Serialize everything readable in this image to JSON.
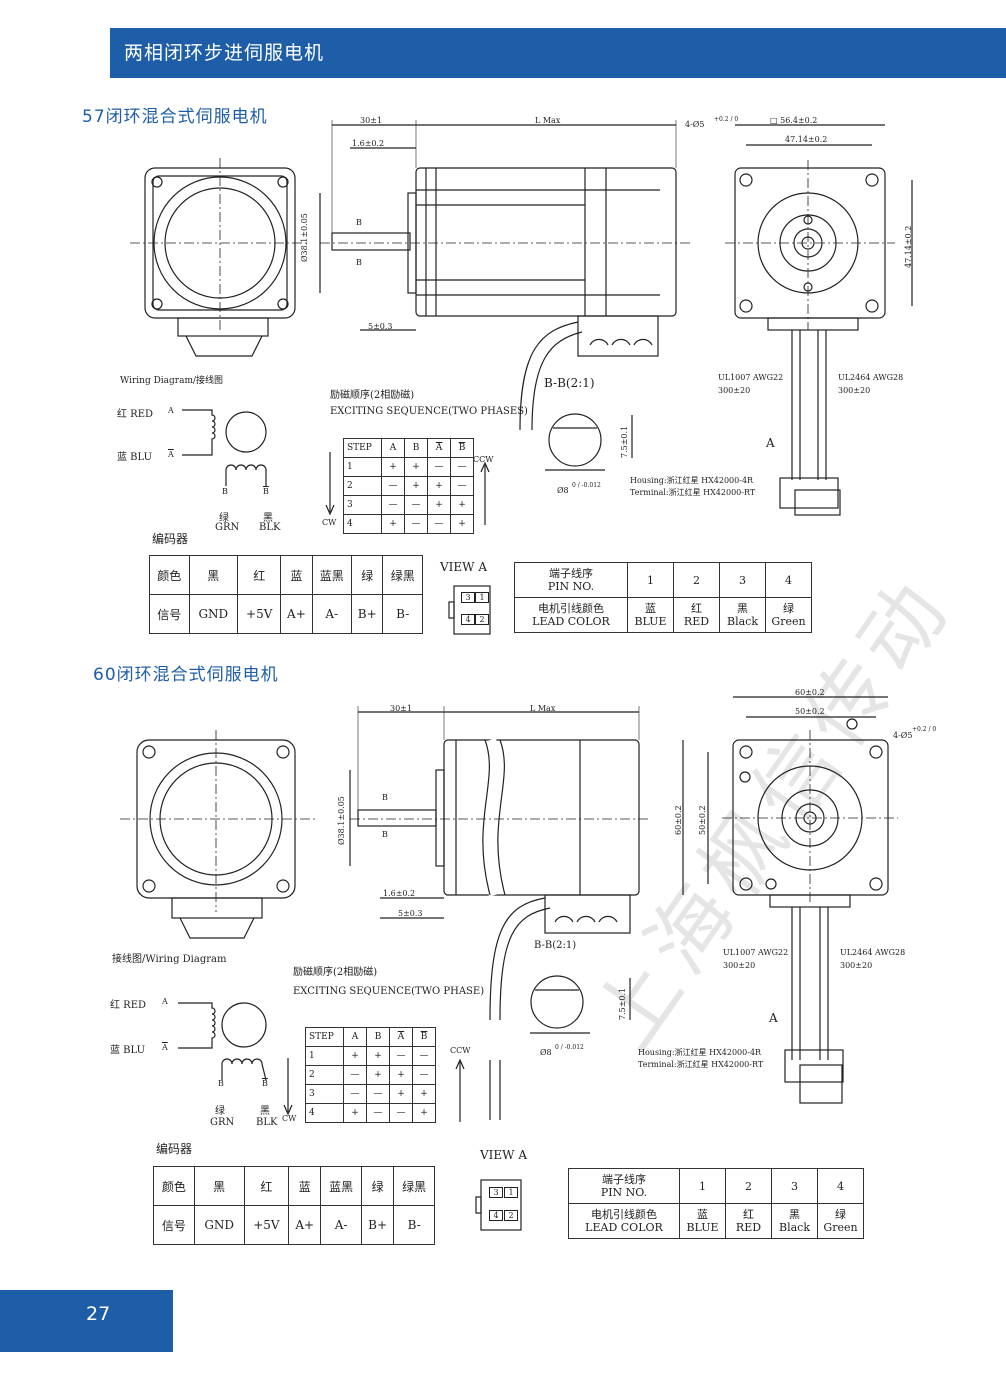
{
  "header": {
    "title": "两相闭环步进伺服电机"
  },
  "page_number": "27",
  "watermark": "上海枫信传动",
  "section57": {
    "title": "57闭环混合式伺服电机",
    "dims": {
      "shaft_len": "30±1",
      "l_max": "L Max",
      "flange_step": "1.6±0.2",
      "boss": "5±0.3",
      "pilot": "Ø38.1±0.05",
      "holes": "4-Ø5",
      "holes_tol": "+0.2 / 0",
      "square": "□ 56.4±0.2",
      "hole_pitch_h": "47.14±0.2",
      "hole_pitch_v": "47.14±0.2",
      "section_b": "B",
      "section_label": "B-B(2:1)",
      "flat": "7.5±0.1",
      "shaft_dia": "Ø8",
      "shaft_tol": "0 / -0.012",
      "cable1": "UL1007  AWG22",
      "cable1_len": "300±20",
      "cable2": "UL2464  AWG28",
      "cable2_len": "300±20",
      "view_marker": "A",
      "housing": "Housing:浙江红星  HX42000-4R",
      "terminal": "Terminal:浙江红星  HX42000-RT"
    },
    "wiring": {
      "title": "Wiring  Diagram/接线图",
      "red": "红 RED",
      "blu": "蓝 BLU",
      "a": "A",
      "a_bar": "A",
      "b": "B",
      "b_bar": "B",
      "grn_cn": "绿",
      "grn": "GRN",
      "blk_cn": "黑",
      "blk": "BLK"
    },
    "sequence": {
      "title_cn": "励磁顺序(2相励磁)",
      "title_en": "EXCITING SEQUENCE(TWO PHASES)",
      "ccw": "CCW",
      "cw": "CW",
      "header": [
        "STEP",
        "A",
        "B",
        "A",
        "B"
      ],
      "rows": [
        [
          "1",
          "+",
          "+",
          "—",
          "—"
        ],
        [
          "2",
          "—",
          "+",
          "+",
          "—"
        ],
        [
          "3",
          "—",
          "—",
          "+",
          "+"
        ],
        [
          "4",
          "+",
          "—",
          "—",
          "+"
        ]
      ]
    },
    "encoder": {
      "title": "编码器",
      "row1": [
        "颜色",
        "黑",
        "红",
        "蓝",
        "蓝黑",
        "绿",
        "绿黑"
      ],
      "row2": [
        "信号",
        "GND",
        "+5V",
        "A+",
        "A-",
        "B+",
        "B-"
      ]
    },
    "view_a": {
      "title": "VIEW A",
      "pins": [
        "3",
        "1",
        "4",
        "2"
      ]
    },
    "pin_table": {
      "h1_cn": "端子线序",
      "h1_en": "PIN NO.",
      "pins": [
        "1",
        "2",
        "3",
        "4"
      ],
      "h2_cn": "电机引线颜色",
      "h2_en": "LEAD COLOR",
      "colors_cn": [
        "蓝",
        "红",
        "黑",
        "绿"
      ],
      "colors_en": [
        "BLUE",
        "RED",
        "Black",
        "Green"
      ]
    }
  },
  "section60": {
    "title": "60闭环混合式伺服电机",
    "dims": {
      "shaft_len": "30±1",
      "l_max": "L Max",
      "flange_step": "1.6±0.2",
      "boss": "5±0.3",
      "pilot": "Ø38.1±0.05",
      "holes": "4-Ø5",
      "holes_tol": "+0.2 / 0",
      "width60": "60±0.2",
      "pitch50": "50±0.2",
      "height60": "60±0.2",
      "pitch50_v": "50±0.2",
      "section_b": "B",
      "section_label": "B-B(2:1)",
      "flat": "7.5±0.1",
      "shaft_dia": "Ø8",
      "shaft_tol": "0 / -0.012",
      "cable1": "UL1007  AWG22",
      "cable1_len": "300±20",
      "cable2": "UL2464  AWG28",
      "cable2_len": "300±20",
      "view_marker": "A",
      "housing": "Housing:浙江红星  HX42000-4R",
      "terminal": "Terminal:浙江红星  HX42000-RT"
    },
    "wiring": {
      "title": "接线图/Wiring  Diagram",
      "red": "红 RED",
      "blu": "蓝 BLU",
      "a": "A",
      "a_bar": "A",
      "b": "B",
      "b_bar": "B",
      "grn_cn": "绿",
      "grn": "GRN",
      "blk_cn": "黑",
      "blk": "BLK"
    },
    "sequence": {
      "title_cn": "励磁顺序(2相励磁)",
      "title_en": "EXCITING SEQUENCE(TWO PHASE)",
      "ccw": "CCW",
      "cw": "CW",
      "header": [
        "STEP",
        "A",
        "B",
        "A",
        "B"
      ],
      "rows": [
        [
          "1",
          "+",
          "+",
          "—",
          "—"
        ],
        [
          "2",
          "—",
          "+",
          "+",
          "—"
        ],
        [
          "3",
          "—",
          "—",
          "+",
          "+"
        ],
        [
          "4",
          "+",
          "—",
          "—",
          "+"
        ]
      ]
    },
    "encoder": {
      "title": "编码器",
      "row1": [
        "颜色",
        "黑",
        "红",
        "蓝",
        "蓝黑",
        "绿",
        "绿黑"
      ],
      "row2": [
        "信号",
        "GND",
        "+5V",
        "A+",
        "A-",
        "B+",
        "B-"
      ]
    },
    "view_a": {
      "title": "VIEW A",
      "pins": [
        "3",
        "1",
        "4",
        "2"
      ]
    },
    "pin_table": {
      "h1_cn": "端子线序",
      "h1_en": "PIN NO.",
      "pins": [
        "1",
        "2",
        "3",
        "4"
      ],
      "h2_cn": "电机引线颜色",
      "h2_en": "LEAD COLOR",
      "colors_cn": [
        "蓝",
        "红",
        "黑",
        "绿"
      ],
      "colors_en": [
        "BLUE",
        "RED",
        "Black",
        "Green"
      ]
    }
  }
}
